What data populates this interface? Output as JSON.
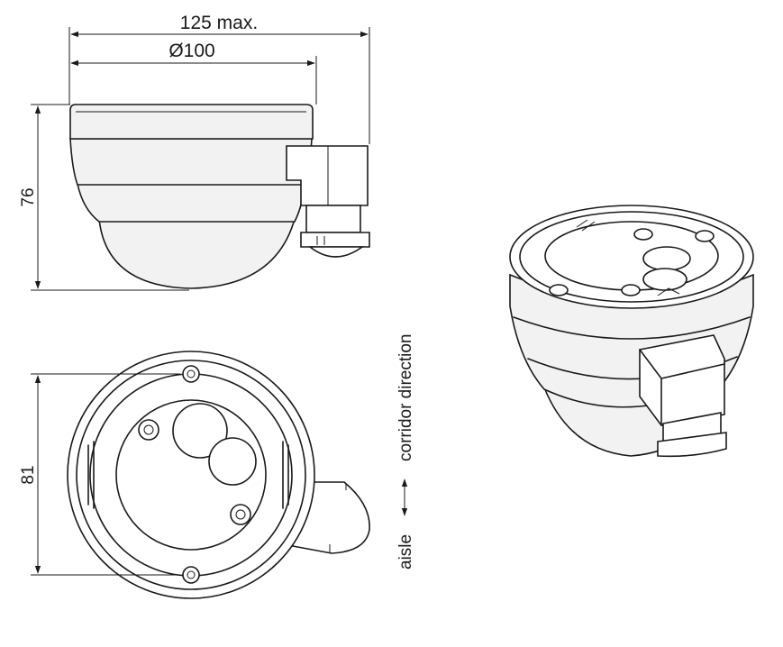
{
  "dimensions": {
    "overall_width": "125 max.",
    "diameter": "Ø100",
    "height": "76",
    "depth": "81"
  },
  "orientation": {
    "corridor": "corridor direction",
    "aisle": "aisle"
  },
  "colors": {
    "line": "#1a1a1a",
    "body": "#f2f2f2",
    "background": "#ffffff"
  }
}
